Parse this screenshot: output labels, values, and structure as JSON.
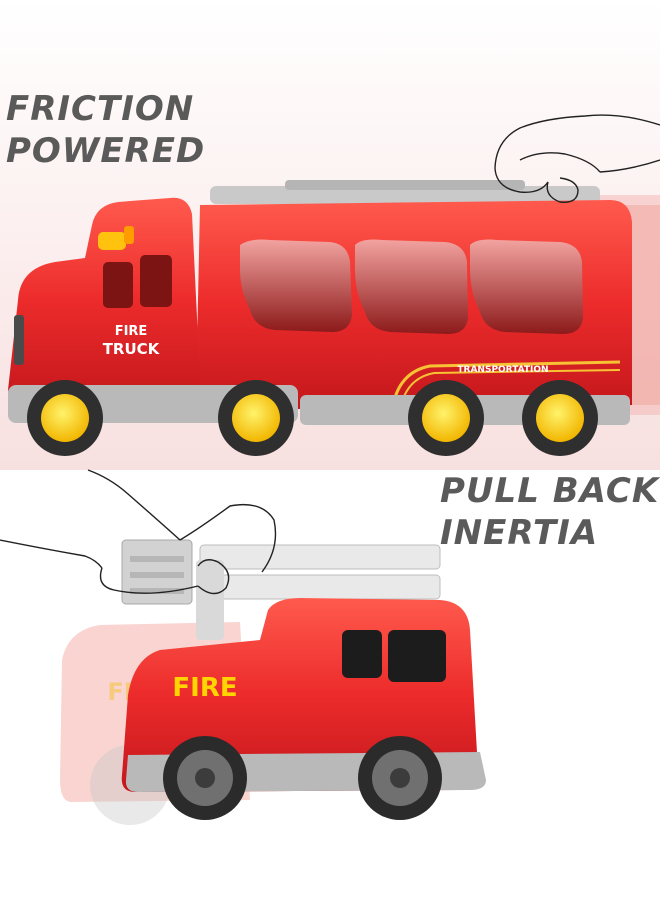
{
  "top_panel": {
    "headline_line1": "FRICTION",
    "headline_line2": "POWERED",
    "cab_label_line1": "FIRE",
    "cab_label_line2": "TRUCK",
    "trailer_label": "TRANSPORTATION"
  },
  "bottom_panel": {
    "headline_line1": "PULL BACK",
    "headline_line2": "INERTIA",
    "truck_label": "FIRE"
  },
  "colors": {
    "headline_gray": "#5a5a5a",
    "truck_red": "#e8262a",
    "wheel_yellow": "#ffd21a",
    "label_yellow": "#ffd400",
    "trim_gray": "#b9b9b9"
  }
}
